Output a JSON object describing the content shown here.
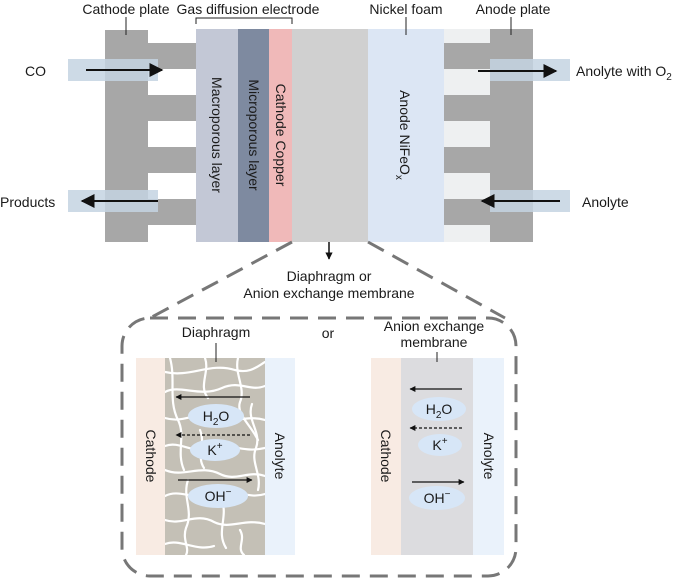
{
  "top": {
    "cathode_plate": "Cathode plate",
    "gas_diffusion_electrode": "Gas diffusion electrode",
    "nickel_foam": "Nickel foam",
    "anode_plate": "Anode plate",
    "co": "CO",
    "products": "Products",
    "anolyte_with_o2_main": "Anolyte with O",
    "anolyte_with_o2_sub": "2",
    "anolyte": "Anolyte",
    "macroporous": "Macroporous layer",
    "microporous": "Microporous layer",
    "cathode_copper": "Cathode Copper",
    "anode_main": "Anode NiFeO",
    "anode_sub": "x",
    "diaphragm_or_line1": "Diaphragm or",
    "diaphragm_or_line2": "Anion exchange membrane"
  },
  "detail": {
    "or": "or",
    "left": {
      "title": "Diaphragm",
      "cathode": "Cathode",
      "anolyte": "Anolyte",
      "h2o_main": "H",
      "h2o_sub": "2",
      "h2o_end": "O",
      "k_main": "K",
      "k_sup": "+",
      "oh_main": "OH",
      "oh_sup": "−"
    },
    "right": {
      "title_line1": "Anion exchange",
      "title_line2": "membrane",
      "cathode": "Cathode",
      "anolyte": "Anolyte",
      "h2o_main": "H",
      "h2o_sub": "2",
      "h2o_end": "O",
      "k_main": "K",
      "k_sup": "+",
      "oh_main": "OH",
      "oh_sup": "−"
    }
  }
}
